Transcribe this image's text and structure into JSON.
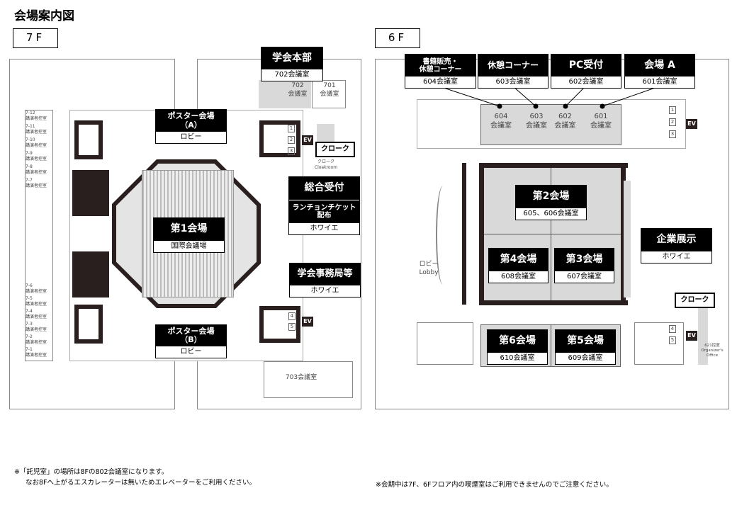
{
  "title": "会場案内図",
  "floor7": {
    "label": "7F",
    "hq": {
      "name": "学会本部",
      "room": "702会議室"
    },
    "rooms": {
      "r702": "702\n会議室",
      "r701": "701\n会議室",
      "r703": "703会議室"
    },
    "posterA": {
      "name": "ポスター会場\n（A）",
      "room": "ロビー"
    },
    "posterB": {
      "name": "ポスター会場\n（B）",
      "room": "ロビー"
    },
    "cloak": "クローク",
    "cloak_small": "クローク\nCloakroom",
    "reception": {
      "name": "総合受付",
      "sub": "ランチョンチケット\n配布",
      "room": "ホワイエ"
    },
    "office": {
      "name": "学会事務局等",
      "room": "ホワイエ"
    },
    "hall1": {
      "name": "第1会場",
      "room": "国際会議場"
    },
    "speaker_rooms": [
      "7-12",
      "7-11",
      "7-10",
      "7-9",
      "7-8",
      "7-7",
      "7-6",
      "7-5",
      "7-4",
      "7-3",
      "7-2",
      "7-1"
    ],
    "speaker_room_label": "講演者控室",
    "ev": "EV",
    "ev_numbers_top": [
      "1",
      "2",
      "3"
    ],
    "ev_numbers_bottom": [
      "4",
      "5"
    ]
  },
  "floor6": {
    "label": "6F",
    "top_labels": [
      {
        "name": "書籍販売・\n休憩コーナー",
        "room": "604会議室"
      },
      {
        "name": "休憩コーナー",
        "room": "603会議室"
      },
      {
        "name": "PC受付",
        "room": "602会議室"
      },
      {
        "name": "会場 A",
        "room": "601会議室"
      }
    ],
    "rooms": [
      "604\n会議室",
      "603\n会議室",
      "602\n会議室",
      "601\n会議室"
    ],
    "hall2": {
      "name": "第2会場",
      "room": "605、606会議室"
    },
    "hall4": {
      "name": "第4会場",
      "room": "608会議室"
    },
    "hall3": {
      "name": "第3会場",
      "room": "607会議室"
    },
    "hall6": {
      "name": "第6会場",
      "room": "610会議室"
    },
    "hall5": {
      "name": "第5会場",
      "room": "609会議室"
    },
    "exhibit": {
      "name": "企業展示",
      "room": "ホワイエ"
    },
    "cloak": "クローク",
    "lobby": "ロビー\nLobby",
    "organizer": "621控室\nOrganizer's\nOffice",
    "ev": "EV",
    "ev_numbers_top": [
      "1",
      "2",
      "3"
    ],
    "ev_numbers_bottom": [
      "4",
      "5"
    ]
  },
  "notes": {
    "left1": "※「託児室」の場所は8Fの802会議室になります。",
    "left2": "なお8Fへ上がるエスカレーターは無いためエレベーターをご利用ください。",
    "right": "※会期中は7F、6Fフロア内の喫煙室はご利用できませんのでご注意ください。"
  }
}
